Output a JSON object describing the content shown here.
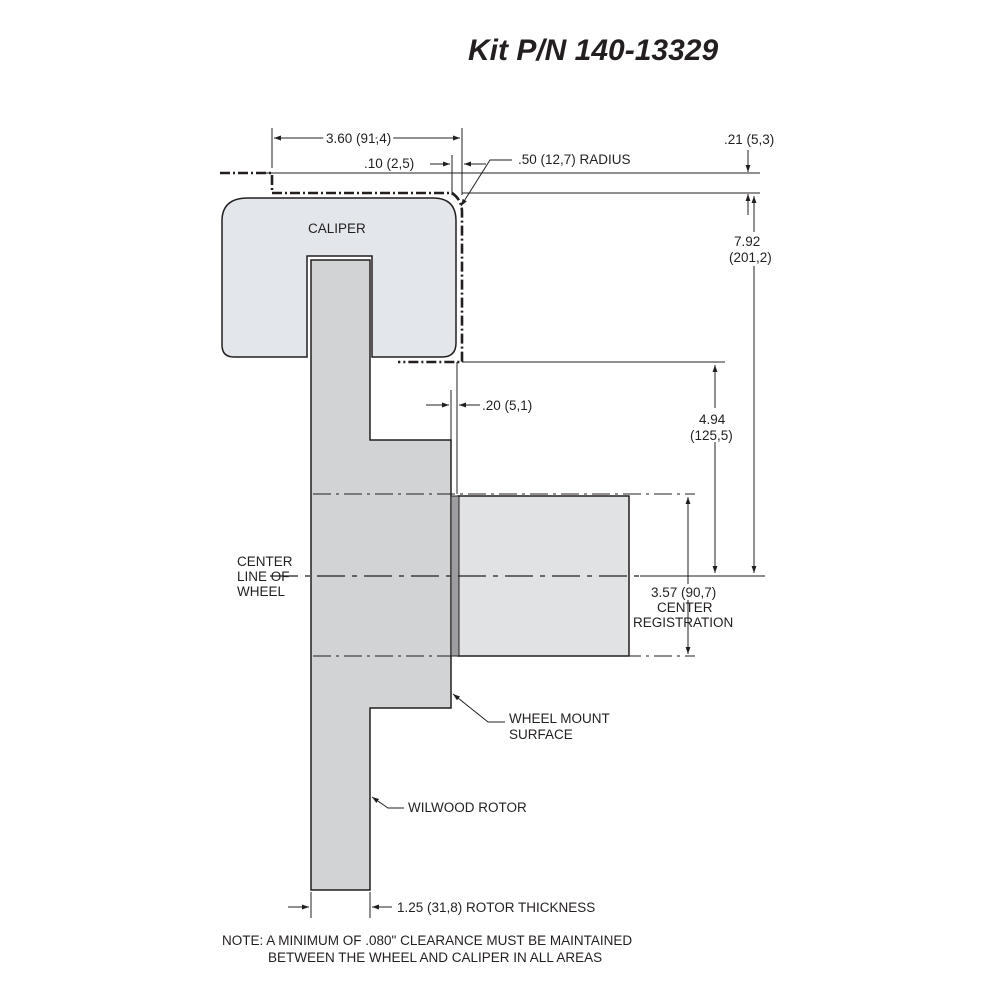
{
  "title": "Kit P/N 140-13329",
  "labels": {
    "caliper": "CALIPER",
    "center_line": [
      "CENTER",
      "LINE OF",
      "WHEEL"
    ],
    "wheel_mount": [
      "WHEEL MOUNT",
      "SURFACE"
    ],
    "rotor": "WILWOOD ROTOR",
    "center_registration": [
      "3.57 (90,7)",
      "CENTER",
      "REGISTRATION"
    ]
  },
  "dimensions": {
    "width_360": "3.60 (91,4)",
    "offset_010": ".10 (2,5)",
    "radius_050": ".50 (12,7) RADIUS",
    "top_021": ".21 (5,3)",
    "height_792": [
      "7.92",
      "(201,2)"
    ],
    "height_494": [
      "4.94",
      "(125,5)"
    ],
    "gap_020": ".20 (5,1)",
    "rotor_thickness": "1.25 (31,8) ROTOR THICKNESS"
  },
  "note": [
    "NOTE: A MINIMUM OF .080\" CLEARANCE MUST BE MAINTAINED",
    "BETWEEN THE WHEEL AND CALIPER IN ALL AREAS"
  ],
  "colors": {
    "line": "#231f20",
    "part_fill": "#d2d3d5",
    "caliper_fill": "#e3e6ea",
    "background": "#ffffff"
  }
}
